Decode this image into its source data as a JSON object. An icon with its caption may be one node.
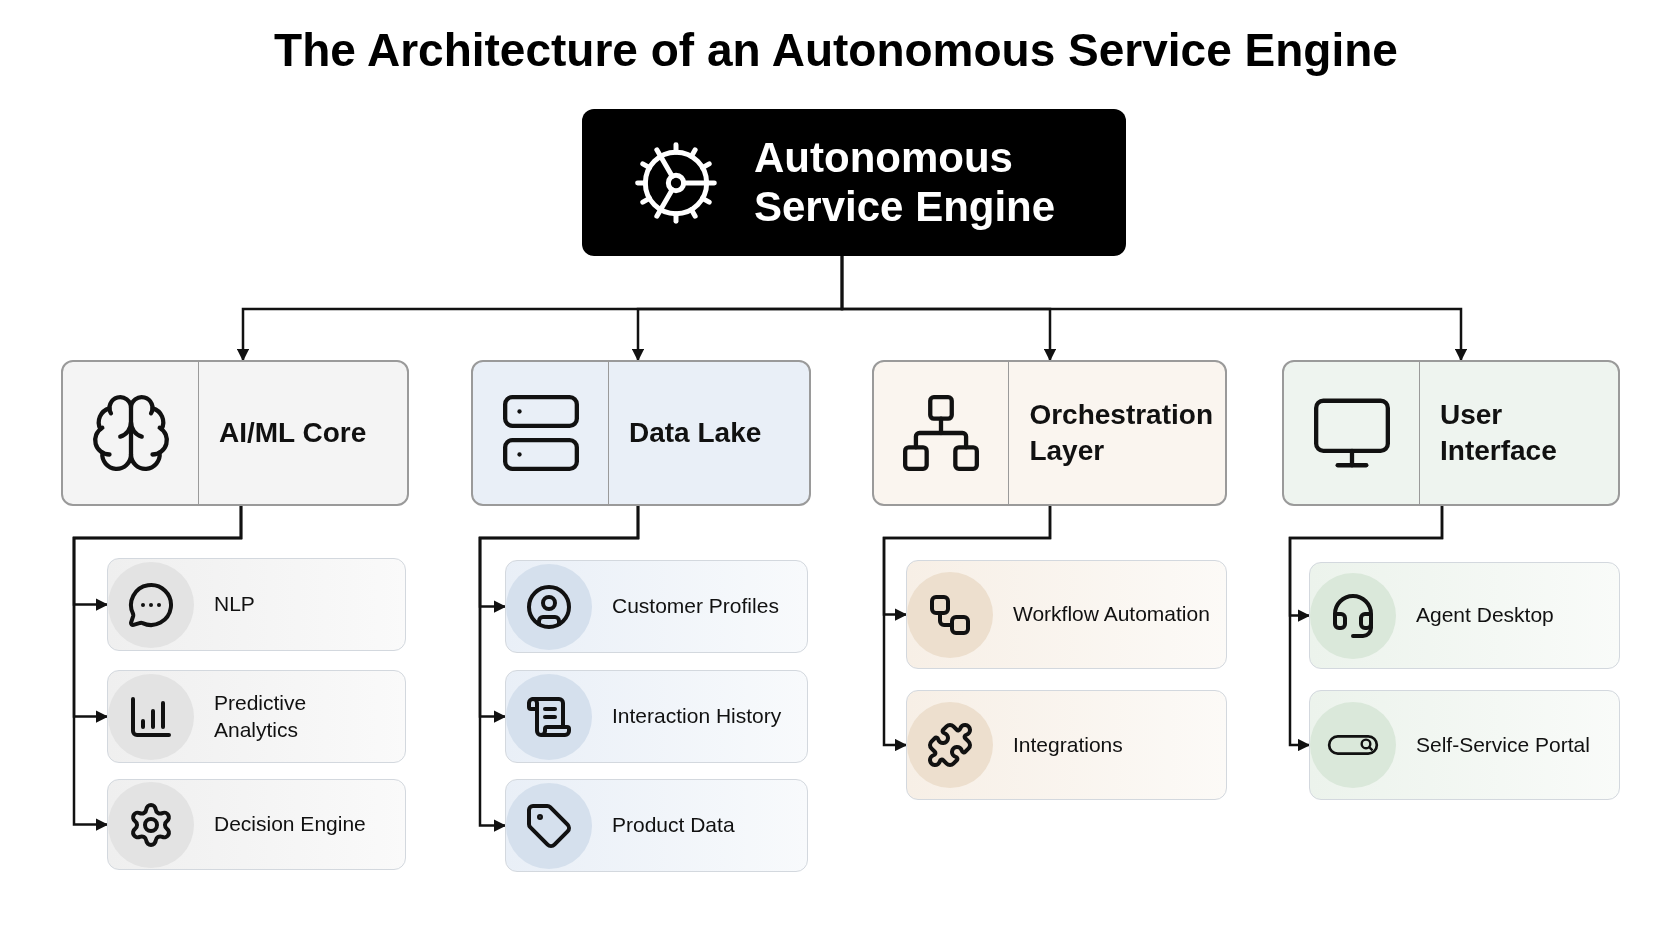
{
  "diagram": {
    "title": "The Architecture of an Autonomous Service Engine",
    "nodes": [
      {
        "text": [
          "Autonomous Service Engine"
        ]
      },
      {
        "text": [
          "AI/ML Core"
        ]
      },
      {
        "text": [
          "Data Lake"
        ]
      },
      {
        "text": [
          "Orchestration Layer"
        ]
      },
      {
        "text": [
          "User Interface"
        ]
      },
      {
        "text": [
          "NLP"
        ]
      },
      {
        "text": [
          "Predictive Analytics"
        ]
      },
      {
        "text": [
          "Decision Engine"
        ]
      },
      {
        "text": [
          "Customer Profiles"
        ]
      },
      {
        "text": [
          "Interaction History"
        ]
      },
      {
        "text": [
          "Product Data"
        ]
      },
      {
        "text": [
          "Workflow Automation"
        ]
      },
      {
        "text": [
          "Integrations"
        ]
      },
      {
        "text": [
          "Agent Desktop"
        ]
      },
      {
        "text": [
          "Self-Service Portal"
        ]
      }
    ],
    "edges": [
      {
        "from": 0,
        "to": 1,
        "arrow": "to"
      },
      {
        "from": 0,
        "to": 2,
        "arrow": "to"
      },
      {
        "from": 0,
        "to": 3,
        "arrow": "to"
      },
      {
        "from": 0,
        "to": 4,
        "arrow": "to"
      },
      {
        "from": 1,
        "to": 5,
        "arrow": "to"
      },
      {
        "from": 1,
        "to": 6,
        "arrow": "to"
      },
      {
        "from": 1,
        "to": 7,
        "arrow": "to"
      },
      {
        "from": 2,
        "to": 8,
        "arrow": "to"
      },
      {
        "from": 2,
        "to": 9,
        "arrow": "to"
      },
      {
        "from": 2,
        "to": 10,
        "arrow": "to"
      },
      {
        "from": 3,
        "to": 11,
        "arrow": "to"
      },
      {
        "from": 3,
        "to": 12,
        "arrow": "to"
      },
      {
        "from": 4,
        "to": 13,
        "arrow": "to"
      },
      {
        "from": 4,
        "to": 14,
        "arrow": "to"
      }
    ]
  }
}
